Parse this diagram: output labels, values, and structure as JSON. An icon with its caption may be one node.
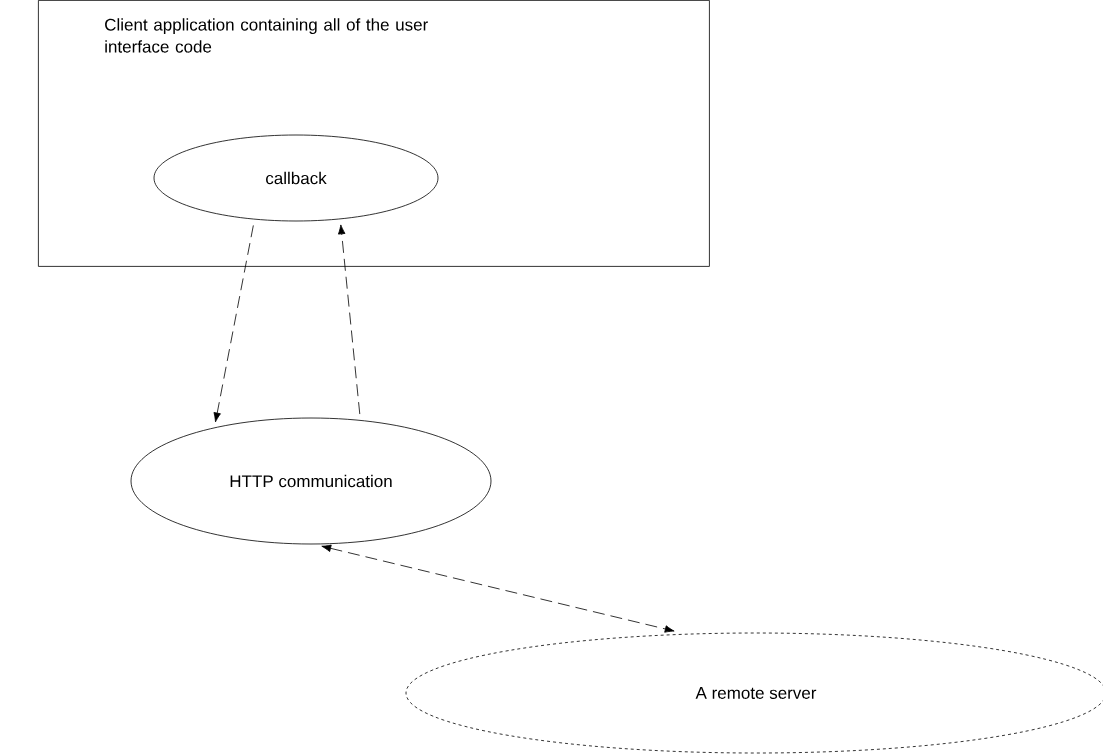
{
  "diagram": {
    "nodes": [
      {
        "text": [
          "Client application containing all of the user interface code"
        ]
      },
      {
        "text": [
          "callback"
        ],
        "in": 0
      },
      {
        "text": [
          "HTTP communication"
        ]
      },
      {
        "text": [
          "A remote server"
        ]
      }
    ],
    "edges": [
      {
        "from": 1,
        "to": 2,
        "arrow": "to",
        "style": "dashed"
      },
      {
        "from": 2,
        "to": 1,
        "arrow": "to",
        "style": "dashed"
      },
      {
        "from": 2,
        "to": 3,
        "arrow": "both",
        "style": "dashed"
      }
    ]
  }
}
